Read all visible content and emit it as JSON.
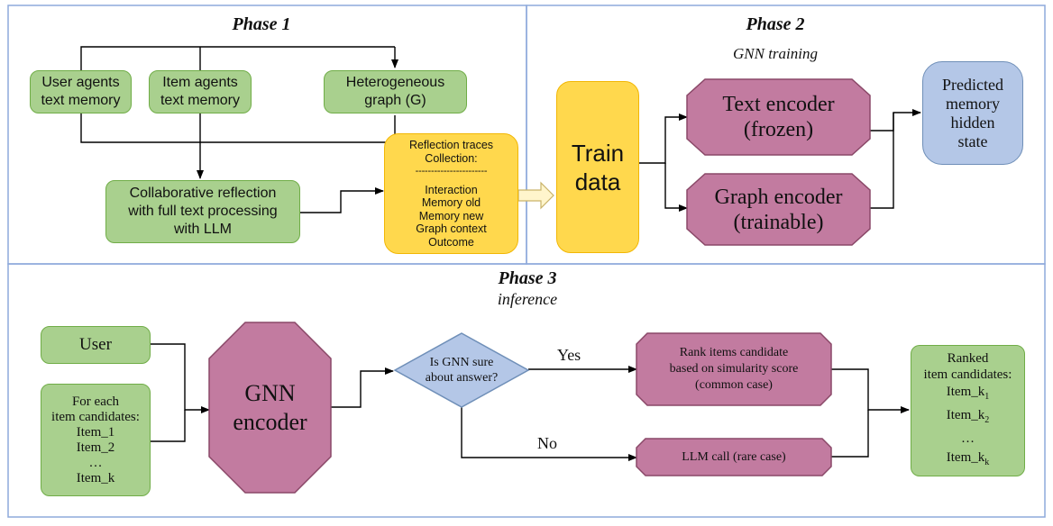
{
  "phase1": {
    "title": "Phase 1",
    "user_agents": "User agents\ntext memory",
    "item_agents": "Item agents\ntext memory",
    "graph": "Heterogeneous\ngraph (G)",
    "reflection": "Collaborative reflection\nwith full text processing\nwith LLM",
    "traces": {
      "heading": "Reflection traces\nCollection:",
      "divider": "-----------------------",
      "items": "Interaction\nMemory old\nMemory new\nGraph context\nOutcome"
    }
  },
  "phase2": {
    "title": "Phase 2",
    "subtitle": "GNN training",
    "train_data": "Train\ndata",
    "text_encoder": "Text encoder\n(frozen)",
    "graph_encoder": "Graph encoder\n(trainable)",
    "predicted": "Predicted\nmemory\nhidden\nstate"
  },
  "phase3": {
    "title": "Phase 3",
    "subtitle": "inference",
    "user": "User",
    "candidates": {
      "heading": "For each\nitem candidates:",
      "items": "Item_1\nItem_2\n…\nItem_k"
    },
    "gnn_encoder": "GNN\nencoder",
    "decision": "Is GNN sure\nabout answer?",
    "yes_label": "Yes",
    "no_label": "No",
    "rank": "Rank items candidate\nbased on simularity score\n(common case)",
    "llm_call": "LLM call (rare case)",
    "ranked": {
      "heading": "Ranked\nitem candidates:",
      "items": [
        "Item_k1",
        "Item_k2",
        "…",
        "Item_kk"
      ]
    }
  },
  "colors": {
    "green_fill": "#a9d08e",
    "yellow_fill": "#ffd84d",
    "purple_fill": "#c27ba0",
    "blue_fill": "#b4c7e7",
    "diamond_fill": "#b4c7e7",
    "frame": "#8eaadb"
  }
}
